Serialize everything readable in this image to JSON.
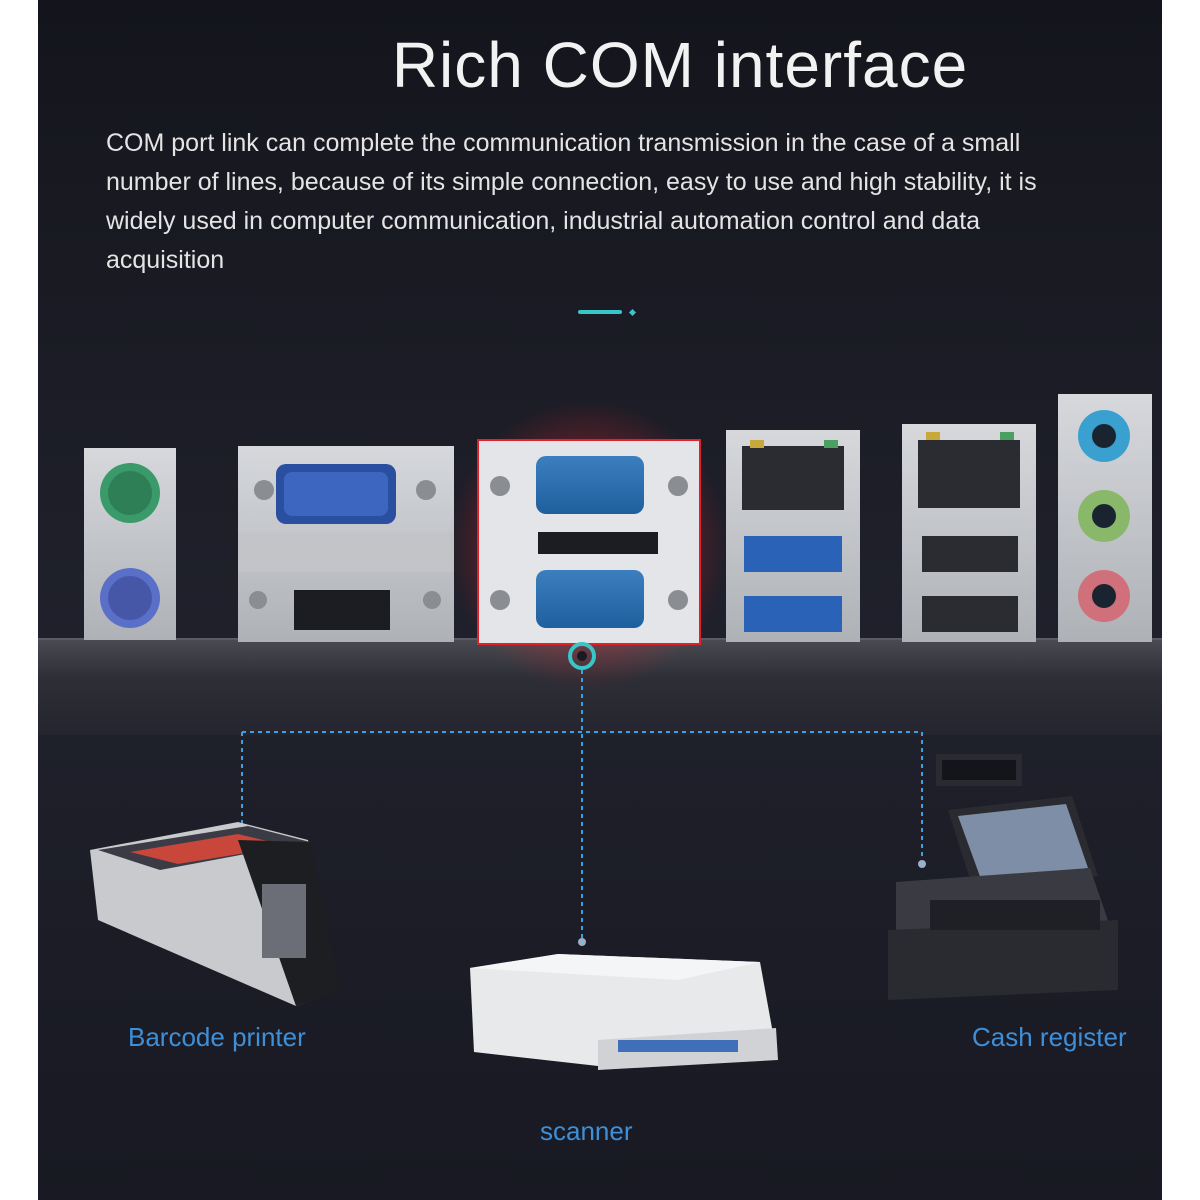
{
  "header": {
    "title": "Rich COM interface",
    "description": "COM port link can complete the communication transmission in the case of a small number of lines, because of its simple connection, easy to use and high stability, it is widely used in computer communication, industrial automation control and data acquisition"
  },
  "devices": {
    "barcode_printer": "Barcode printer",
    "scanner": "scanner",
    "cash_register": "Cash register"
  },
  "colors": {
    "accent": "#38c6c8",
    "label": "#3d8fd8",
    "highlight": "#e0202a",
    "connector_line": "#3aa0e0"
  },
  "icons": [
    "ps2-port-icon",
    "vga-port-icon",
    "hdmi-port-icon",
    "com-port-icon",
    "ethernet-port-icon",
    "usb-port-icon",
    "audio-jack-icon"
  ]
}
